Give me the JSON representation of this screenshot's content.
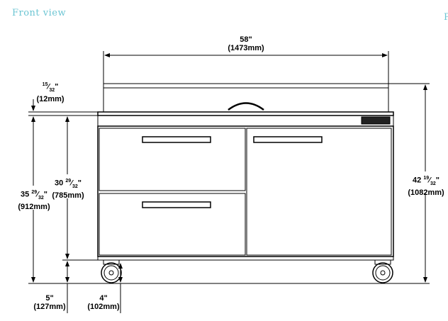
{
  "view_title": "Front view",
  "next_view_title_partial": "P",
  "dimensions": {
    "width": {
      "inch": "58\"",
      "mm": "(1473mm)"
    },
    "top_offset": {
      "inch_num": "15",
      "inch_den": "32",
      "inch_suffix": "\"",
      "mm": "(12mm)"
    },
    "total_body_height": {
      "inch_whole": "35",
      "inch_num": "29",
      "inch_den": "32",
      "mm": "(912mm)"
    },
    "cabinet_height": {
      "inch_whole": "30",
      "inch_num": "29",
      "inch_den": "32",
      "mm": "(785mm)"
    },
    "overall_height": {
      "inch_whole": "42",
      "inch_num": "19",
      "inch_den": "32",
      "mm": "(1082mm)"
    },
    "leg_height": {
      "inch": "5\"",
      "mm": "(127mm)"
    },
    "caster": {
      "inch": "4\"",
      "mm": "(102mm)"
    }
  }
}
